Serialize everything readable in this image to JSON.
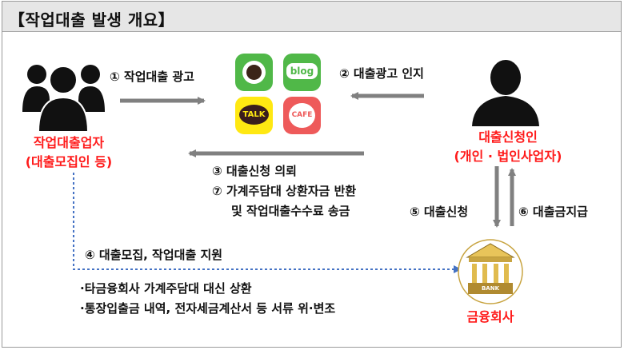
{
  "title": "【작업대출 발생 개요】",
  "actors": {
    "broker": {
      "name": "작업대출업자",
      "sub": "(대출모집인 등)"
    },
    "applicant": {
      "name": "대출신청인",
      "sub": "(개인 · 법인사업자)"
    },
    "bank": {
      "name": "금융회사",
      "badge": "BANK"
    }
  },
  "apps": {
    "blog": "blog",
    "talk": "TALK",
    "cafe": "CAFE"
  },
  "steps": {
    "s1": "① 작업대출 광고",
    "s2": "② 대출광고 인지",
    "s3": "③ 대출신청 의뢰",
    "s7a": "⑦ 가계주담대 상환자금 반환",
    "s7b": "및 작업대출수수료 송금",
    "s4": "④ 대출모집, 작업대출 지원",
    "s5": "⑤ 대출신청",
    "s6": "⑥ 대출금지급"
  },
  "notes": {
    "n1": "·타금융회사 가계주담대 대신 상환",
    "n2": "·통장입출금 내역, 전자세금계산서 등 서류 위·변조"
  },
  "colors": {
    "arrow": "#808080",
    "dotted": "#4472c4",
    "highlight": "#ff1a1a",
    "naver": "#50b848",
    "talk": "#ffe812",
    "cafe": "#ee5a5a",
    "bank": "#c8a441"
  }
}
